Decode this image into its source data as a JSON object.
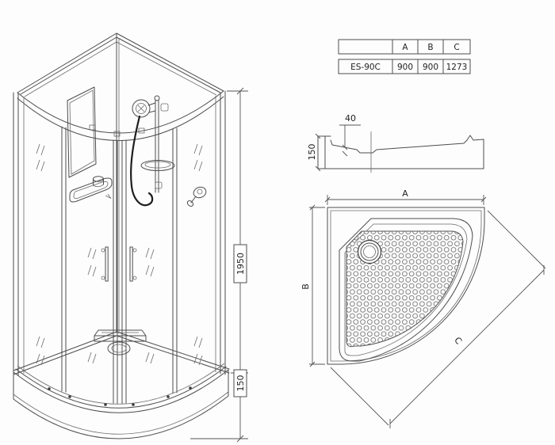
{
  "spec_table": {
    "col_headers": [
      "A",
      "B",
      "C"
    ],
    "rows": [
      {
        "model": "ES-90C",
        "a": "900",
        "b": "900",
        "c": "1273"
      }
    ]
  },
  "front_view": {
    "glass_height": "1950",
    "tray_height": "150"
  },
  "profile_view": {
    "inner_depth": "40",
    "edge_height": "150"
  },
  "plan_view": {
    "dim_a": "A",
    "dim_b": "B",
    "dim_c": "C"
  },
  "colors": {
    "line": "#4d4d4d",
    "text": "#222222",
    "background": "#fdfdfd"
  }
}
